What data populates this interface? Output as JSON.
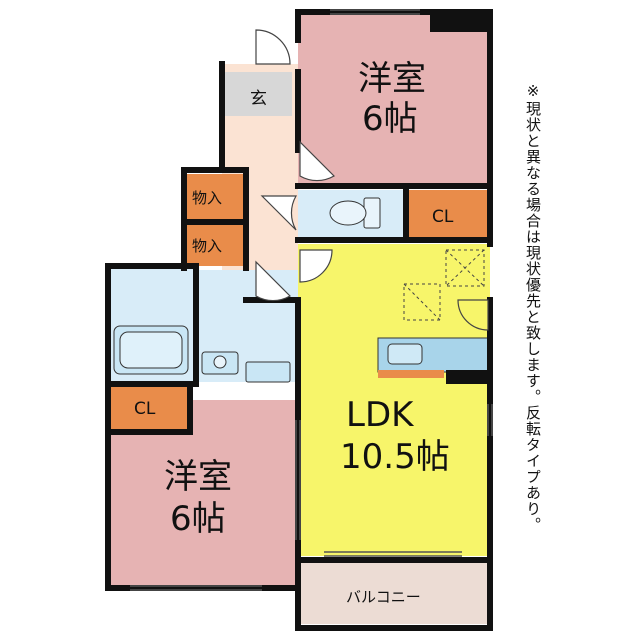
{
  "rooms": {
    "western_room_top": {
      "name": "洋室",
      "size": "6帖"
    },
    "western_room_bottom": {
      "name": "洋室",
      "size": "6帖"
    },
    "ldk": {
      "name": "LDK",
      "size": "10.5帖"
    },
    "entrance": {
      "name": "玄"
    },
    "storage_1": {
      "name": "物入"
    },
    "storage_2": {
      "name": "物入"
    },
    "closet_top": {
      "name": "CL"
    },
    "closet_bottom": {
      "name": "CL"
    },
    "balcony": {
      "name": "バルコニー"
    }
  },
  "note": "※現状と異なる場合は現状優先と致します。反転タイプあり。",
  "colors": {
    "western_room": "#e6b3b3",
    "ldk": "#f7f56a",
    "closet": "#e98c4a",
    "entrance_hall": "#fbe3d3",
    "wet_area": "#d8ecf8",
    "balcony": "#ecdcd4",
    "wall": "#111111"
  }
}
